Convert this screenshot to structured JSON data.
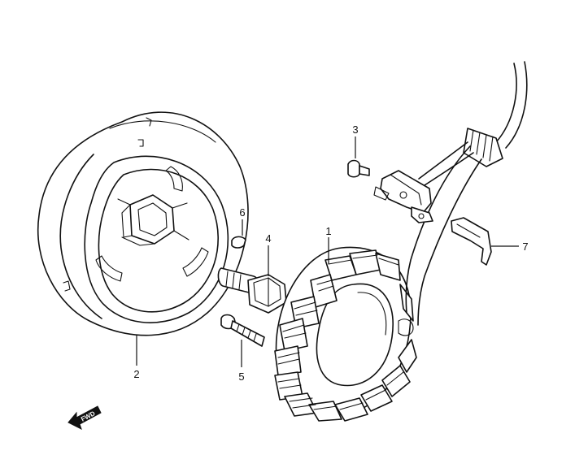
{
  "callouts": {
    "stator": "1",
    "rotor": "2",
    "screw": "3",
    "bolt": "4",
    "stud_bolt": "5",
    "key": "6",
    "clamp": "7"
  },
  "fwd_label": "FWD"
}
